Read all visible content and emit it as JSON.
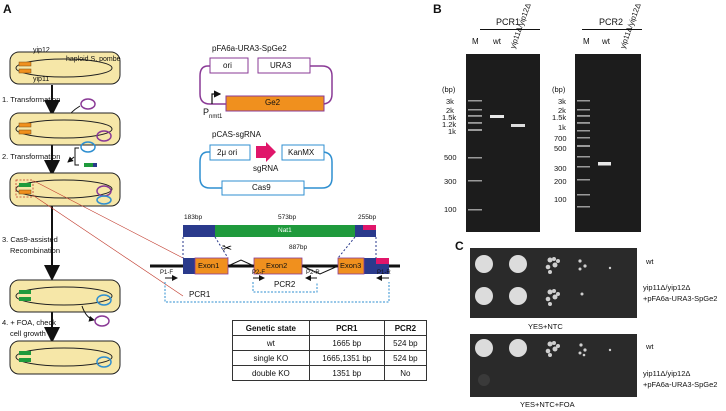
{
  "panel_labels": {
    "a": "A",
    "b": "B",
    "c": "C"
  },
  "panel_a": {
    "cell_labels": {
      "gene1": "yip12",
      "gene2": "yip11",
      "strain": "haploid S. pombe"
    },
    "steps": [
      "1. Transformation",
      "2. Transformation",
      "3. Cas9-assisted",
      "Recombination",
      "4. + FOA, check",
      "cell growth"
    ],
    "plasmid1": {
      "name": "pFA6a-URA3-SpGe2",
      "ori": "ori",
      "marker": "URA3",
      "gene": "Ge2",
      "promoter": "P",
      "promoter_sub": "nmt1"
    },
    "plasmid2": {
      "name": "pCAS-sgRNA",
      "ori": "2μ ori",
      "marker": "KanMX",
      "sgrna": "sgRNA",
      "cas": "Cas9"
    },
    "construct": {
      "left_arm": "183bp",
      "middle": "573bp",
      "right_arm": "255bp",
      "marker": "Nat1",
      "locus_len": "887bp",
      "exons": [
        "Exon1",
        "Exon2",
        "Exon3"
      ],
      "primers": [
        "P1-F",
        "P2-F",
        "P2-R",
        "P1-R"
      ],
      "products": [
        "PCR2",
        "PCR1"
      ]
    },
    "table": {
      "headers": [
        "Genetic state",
        "PCR1",
        "PCR2"
      ],
      "rows": [
        [
          "wt",
          "1665 bp",
          "524 bp"
        ],
        [
          "single KO",
          "1665,1351 bp",
          "524 bp"
        ],
        [
          "double KO",
          "1351 bp",
          "No"
        ]
      ]
    }
  },
  "panel_b": {
    "gels": [
      {
        "title": "PCR1",
        "lanes": [
          "M",
          "wt",
          "yip11Δ/yip12Δ"
        ],
        "unit": "(bp)",
        "ladder": [
          "3k",
          "2k",
          "1.5k",
          "1.2k",
          "1k",
          "500",
          "300",
          "100"
        ]
      },
      {
        "title": "PCR2",
        "lanes": [
          "M",
          "wt",
          "yip11Δ/yip12Δ"
        ],
        "unit": "(bp)",
        "ladder": [
          "3k",
          "2k",
          "1.5k",
          "1k",
          "700",
          "500",
          "300",
          "200",
          "100"
        ]
      }
    ]
  },
  "panel_c": {
    "plates": [
      {
        "condition": "YES+NTC",
        "rows": [
          "wt",
          "yip11Δ/yip12Δ",
          "+pFA6a-URA3-SpGe2"
        ]
      },
      {
        "condition": "YES+NTC+FOA",
        "rows": [
          "wt",
          "yip11Δ/yip12Δ",
          "+pFA6a-URA3-SpGe2"
        ]
      }
    ]
  },
  "colors": {
    "cell": "#f6e7a8",
    "exon": "#f0901e",
    "plasmid1": "#8a3a96",
    "plasmid2": "#2f8fd0",
    "nat": "#1f9a3c",
    "arm": "#2a3a8c",
    "sgrna": "#e0166a"
  }
}
